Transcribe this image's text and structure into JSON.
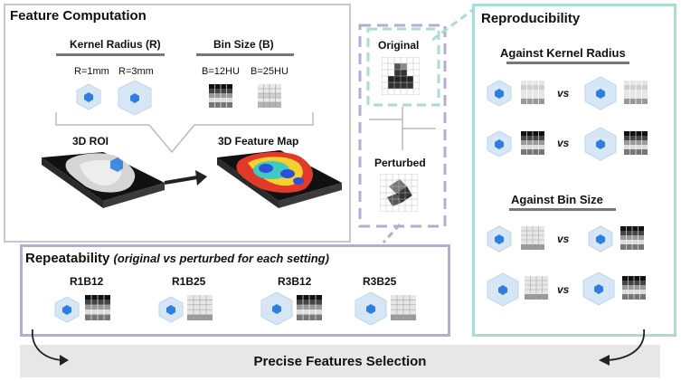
{
  "feature_computation": {
    "title": "Feature Computation",
    "kernel_radius_label": "Kernel Radius (R)",
    "bin_size_label": "Bin Size (B)",
    "r1_label": "R=1mm",
    "r3_label": "R=3mm",
    "b12_label": "B=12HU",
    "b25_label": "B=25HU",
    "roi_label": "3D ROI",
    "feature_map_label": "3D Feature Map"
  },
  "middle": {
    "original_label": "Original",
    "perturbed_label": "Perturbed"
  },
  "reproducibility": {
    "title": "Reproducibility",
    "against_kernel_label": "Against Kernel Radius",
    "against_bin_label": "Against Bin Size",
    "vs": "vs"
  },
  "repeatability": {
    "title": "Repeatability",
    "subtitle": "(original vs perturbed for each setting)",
    "settings": [
      "R1B12",
      "R1B25",
      "R3B12",
      "R3B25"
    ]
  },
  "bottom": {
    "label": "Precise Features Selection"
  },
  "colors": {
    "reproducibility_border": "#a9ddd3",
    "repeatability_border": "#b5acd1",
    "feature_border": "#c8c8c8",
    "hex_fill": "#d4e5f5",
    "hex_core": "#2f7fe0"
  }
}
